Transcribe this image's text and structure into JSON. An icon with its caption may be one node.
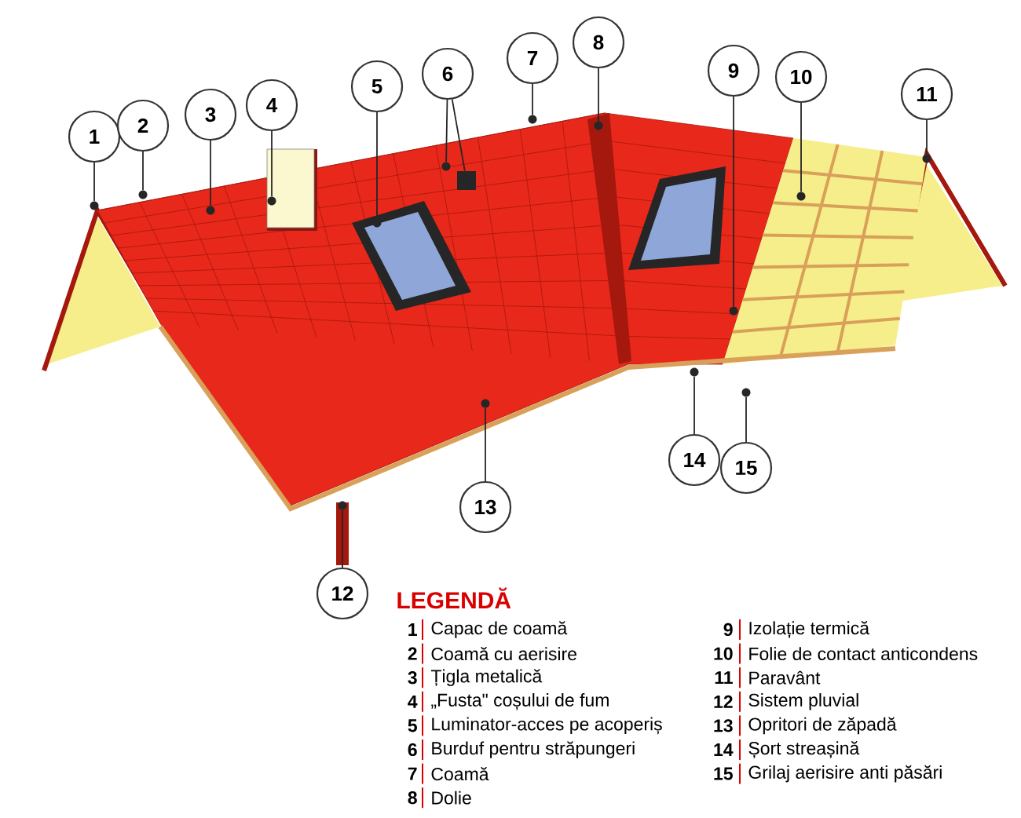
{
  "diagram": {
    "nodes": [
      {
        "text": [
          "1"
        ]
      },
      {
        "text": [
          "2"
        ]
      },
      {
        "text": [
          "3"
        ]
      },
      {
        "text": [
          "4"
        ]
      },
      {
        "text": [
          "5"
        ]
      },
      {
        "text": [
          "6"
        ]
      },
      {
        "text": [
          "7"
        ]
      },
      {
        "text": [
          "8"
        ]
      },
      {
        "text": [
          "9"
        ]
      },
      {
        "text": [
          "10"
        ]
      },
      {
        "text": [
          "11"
        ]
      },
      {
        "text": [
          "12"
        ]
      },
      {
        "text": [
          "13"
        ]
      },
      {
        "text": [
          "14"
        ]
      },
      {
        "text": [
          "15"
        ]
      },
      {
        "text": [],
        "shape": "circle"
      },
      {
        "text": [],
        "shape": "circle"
      },
      {
        "text": [],
        "shape": "circle"
      },
      {
        "text": [],
        "shape": "circle"
      },
      {
        "text": [],
        "shape": "circle"
      },
      {
        "text": [],
        "shape": "circle"
      },
      {
        "text": [],
        "shape": "circle"
      },
      {
        "text": [],
        "shape": "circle"
      },
      {
        "text": [],
        "shape": "circle"
      },
      {
        "text": [],
        "shape": "circle"
      },
      {
        "text": [],
        "shape": "circle"
      },
      {
        "text": [],
        "shape": "circle"
      },
      {
        "text": [],
        "shape": "circle"
      },
      {
        "text": [],
        "shape": "circle"
      },
      {
        "text": [],
        "shape": "circle"
      },
      {
        "text": [],
        "shape": "box"
      }
    ],
    "edges": [
      {
        "from": 0,
        "to": 15,
        "arrow": "none"
      },
      {
        "from": 1,
        "to": 16,
        "arrow": "none"
      },
      {
        "from": 2,
        "to": 17,
        "arrow": "none"
      },
      {
        "from": 3,
        "to": 18,
        "arrow": "none"
      },
      {
        "from": 4,
        "to": 20,
        "arrow": "none"
      },
      {
        "from": 5,
        "to": 21,
        "arrow": "none"
      },
      {
        "from": 5,
        "to": 30,
        "arrow": "none"
      },
      {
        "from": 6,
        "to": 23,
        "arrow": "none"
      },
      {
        "from": 7,
        "to": 24,
        "arrow": "none"
      },
      {
        "from": 8,
        "to": 26,
        "arrow": "none"
      },
      {
        "from": 9,
        "to": 28,
        "arrow": "none"
      },
      {
        "from": 10,
        "to": 29,
        "arrow": "none"
      },
      {
        "from": 11,
        "to": 19,
        "arrow": "none"
      },
      {
        "from": 12,
        "to": 22,
        "arrow": "none"
      },
      {
        "from": 13,
        "to": 25,
        "arrow": "none"
      },
      {
        "from": 14,
        "to": 27,
        "arrow": "none"
      }
    ],
    "labels": [
      "LEGENDĂ",
      "1",
      "Capac de coamă",
      "2",
      "Coamă cu aerisire",
      "3",
      "Țigla metalică",
      "4",
      "„Fusta\" coșului de fum",
      "5",
      "Luminator-acces pe acoperiș",
      "6",
      "Burduf pentru străpungeri",
      "7",
      "Coamă",
      "8",
      "Dolie",
      "9",
      "Izolație termică",
      "10",
      "Folie de contact anticondens",
      "11",
      "Paravânt",
      "12",
      "Sistem pluvial",
      "13",
      "Opritori de zăpadă",
      "14",
      "Șort streașină",
      "15",
      "Grilaj aerisire anti păsări"
    ]
  }
}
